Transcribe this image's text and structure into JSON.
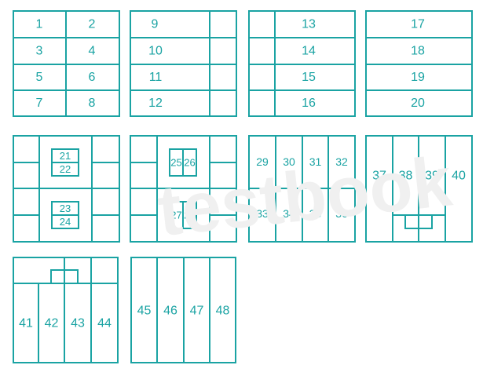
{
  "colors": {
    "line": "#1aa3a3",
    "text": "#1aa3a3",
    "watermark": "#eeeeee"
  },
  "watermark": "testbook",
  "figures": [
    {
      "id": "fig-a",
      "labels": [
        "1",
        "2",
        "3",
        "4",
        "5",
        "6",
        "7",
        "8"
      ]
    },
    {
      "id": "fig-b",
      "labels": [
        "9",
        "10",
        "11",
        "12"
      ]
    },
    {
      "id": "fig-c",
      "labels": [
        "13",
        "14",
        "15",
        "16"
      ]
    },
    {
      "id": "fig-d",
      "labels": [
        "17",
        "18",
        "19",
        "20"
      ]
    },
    {
      "id": "fig-e",
      "labels": [
        "21",
        "22",
        "23",
        "24"
      ]
    },
    {
      "id": "fig-f",
      "labels": [
        "25",
        "26",
        "27",
        "28"
      ]
    },
    {
      "id": "fig-g",
      "labels": [
        "29",
        "30",
        "31",
        "32",
        "33",
        "34",
        "35",
        "36"
      ]
    },
    {
      "id": "fig-h",
      "labels": [
        "37",
        "38",
        "39",
        "40"
      ]
    },
    {
      "id": "fig-i",
      "labels": [
        "41",
        "42",
        "43",
        "44"
      ]
    },
    {
      "id": "fig-j",
      "labels": [
        "45",
        "46",
        "47",
        "48"
      ]
    }
  ]
}
